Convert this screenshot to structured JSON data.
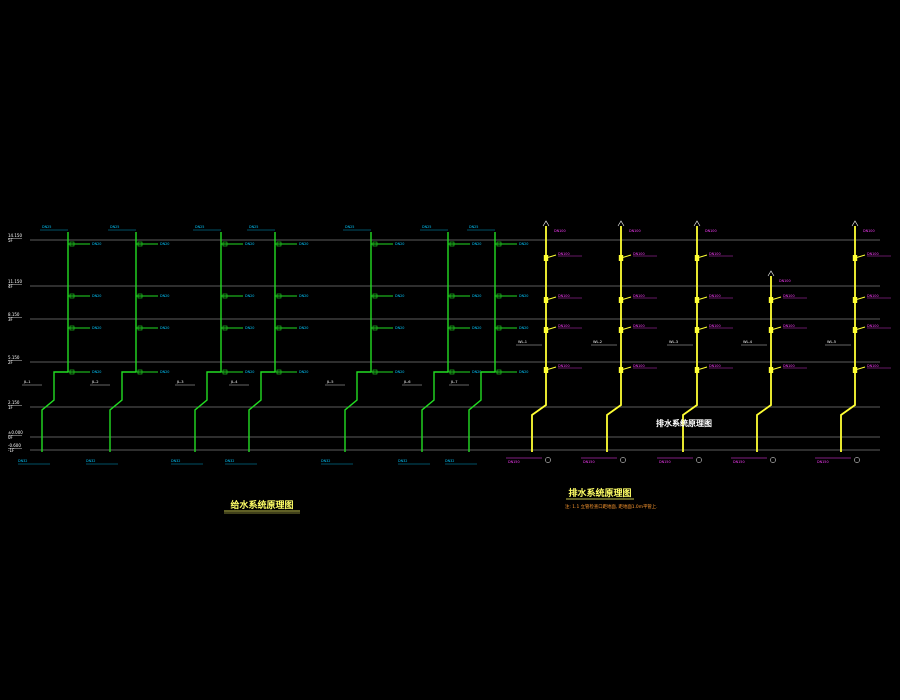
{
  "titles": {
    "supply": "给水系统原理图",
    "drainage": "排水系统原理图",
    "drainage_note": "注: 1.1 立管检查口距地面, 距地面1.0m平管上.",
    "overlay": "排水系统原理图"
  },
  "floors": [
    {
      "elev": "14.150",
      "sub": "5F"
    },
    {
      "elev": "11.150",
      "sub": "4F"
    },
    {
      "elev": "8.150",
      "sub": "3F"
    },
    {
      "elev": "5.150",
      "sub": "2F"
    },
    {
      "elev": "2.150",
      "sub": "1F"
    },
    {
      "elev": "±0.000",
      "sub": "0F"
    },
    {
      "elev": "-0.600",
      "sub": "-1F"
    }
  ],
  "supply_risers": [
    {
      "label": "JL-1",
      "top": "DN25"
    },
    {
      "label": "JL-2",
      "top": "DN25"
    },
    {
      "label": "JL-3",
      "top": "DN25"
    },
    {
      "label": "JL-4",
      "top": "DN25"
    },
    {
      "label": "JL-5",
      "top": "DN25"
    },
    {
      "label": "JL-6",
      "top": "DN25"
    },
    {
      "label": "JL-7",
      "top": "DN25"
    }
  ],
  "drain_risers": [
    {
      "label": "WL-1",
      "top": "DN100"
    },
    {
      "label": "WL-2",
      "top": "DN100"
    },
    {
      "label": "WL-3",
      "top": "DN100"
    },
    {
      "label": "WL-4",
      "top": "DN100"
    },
    {
      "label": "WL-5",
      "top": "DN100"
    }
  ],
  "colors": {
    "supply": "#22dd22",
    "drainage": "#ffff33",
    "level_line": "#d8d8d8",
    "cyan_text": "#00c8ff",
    "magenta_text": "#ff3cff",
    "title": "#ffff66",
    "note": "#ff9a30"
  }
}
